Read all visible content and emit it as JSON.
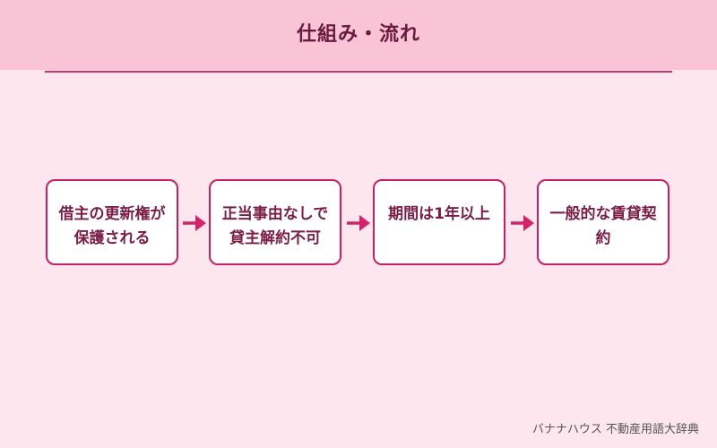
{
  "header": {
    "title": "仕組み・流れ"
  },
  "steps": [
    {
      "label": "借主の更新権が保護される"
    },
    {
      "label": "正当事由なしで貸主解約不可"
    },
    {
      "label": "期間は1年以上"
    },
    {
      "label": "一般的な賃貸契約"
    }
  ],
  "colors": {
    "background": "#fde6ee",
    "header_band": "#f8c4d6",
    "accent": "#cf2f6e",
    "title_text": "#6b1a3e"
  },
  "footer": {
    "credit": "バナナハウス 不動産用語大辞典"
  }
}
